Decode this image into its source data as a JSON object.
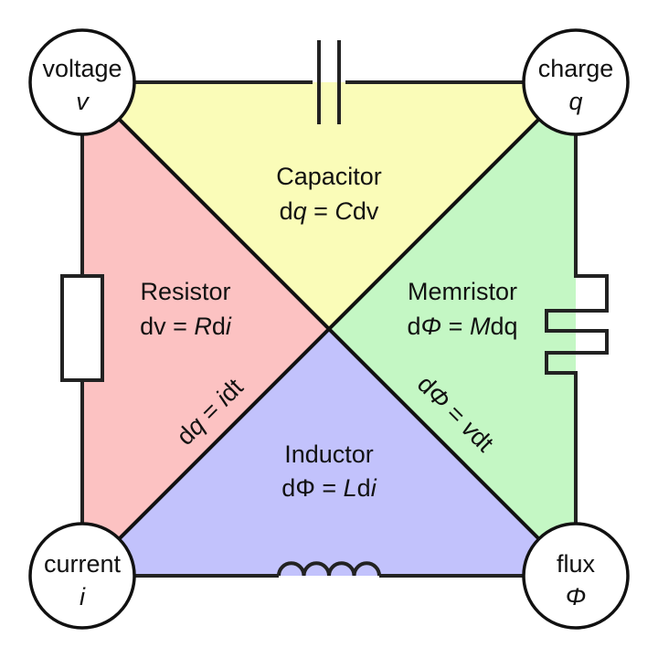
{
  "colors": {
    "capacitor": "#fafcb8",
    "resistor": "#fcc2c2",
    "memristor": "#c4f7c4",
    "inductor": "#c2c2fc",
    "stroke": "#111111"
  },
  "nodes": {
    "voltage": {
      "name": "voltage",
      "symbol": "v"
    },
    "charge": {
      "name": "charge",
      "symbol": "q"
    },
    "current": {
      "name": "current",
      "symbol": "i"
    },
    "flux": {
      "name": "flux",
      "symbol": "Φ"
    }
  },
  "regions": {
    "capacitor": {
      "name": "Capacitor",
      "eq": {
        "a": "d",
        "b": "q",
        "c": " = ",
        "d": "C",
        "e": "dv"
      }
    },
    "resistor": {
      "name": "Resistor",
      "eq": {
        "a": "dv = ",
        "b": "R",
        "c": "d",
        "d": "i"
      }
    },
    "memristor": {
      "name": "Memristor",
      "eq": {
        "a": "d",
        "b": "Φ",
        "c": " = ",
        "d": "M",
        "e": "dq"
      }
    },
    "inductor": {
      "name": "Inductor",
      "eq": {
        "a": "dΦ = ",
        "b": "L",
        "c": "d",
        "d": "i"
      }
    }
  },
  "diagonals": {
    "left": {
      "a": "d",
      "b": "q",
      "c": " = ",
      "d": "i",
      "e": "dt"
    },
    "right": {
      "a": "d",
      "b": "Φ",
      "c": " = ",
      "d": "v",
      "e": "dt"
    }
  }
}
